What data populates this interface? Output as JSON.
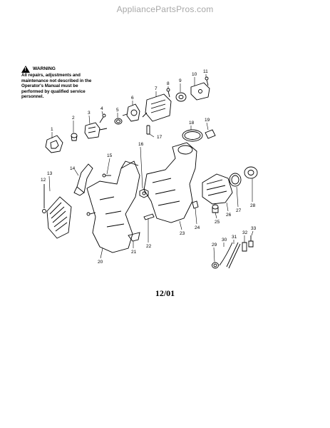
{
  "site": {
    "watermark": "AppliancePartsPros.com"
  },
  "warning": {
    "title": "WARNING",
    "text": "All repairs, adjustments and maintenance not described in the Operator's Manual must be performed by qualified service personnel."
  },
  "part_labels": [
    "1",
    "2",
    "3",
    "4",
    "5",
    "6",
    "7",
    "8",
    "9",
    "10",
    "11",
    "12",
    "13",
    "14",
    "15",
    "16",
    "17",
    "18",
    "19",
    "20",
    "21",
    "22",
    "23",
    "24",
    "25",
    "26",
    "27",
    "28",
    "29",
    "30",
    "31",
    "32",
    "33"
  ],
  "footer": {
    "date_code": "12/01"
  }
}
